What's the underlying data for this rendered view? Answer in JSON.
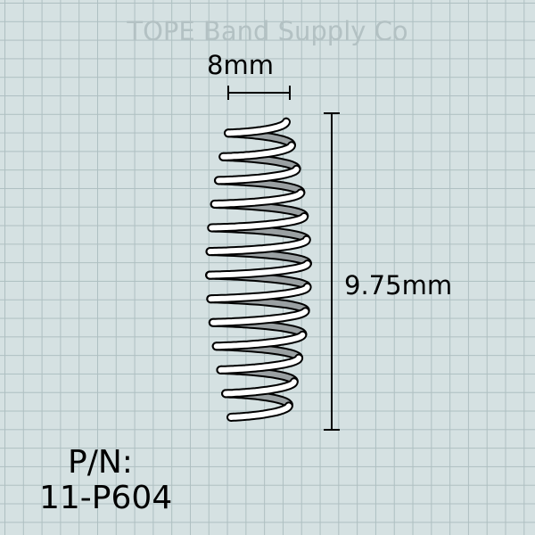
{
  "brand": {
    "watermark": "TOPE Band Supply Co"
  },
  "dimensions": {
    "width_label": "8mm",
    "height_label": "9.75mm"
  },
  "part": {
    "label": "P/N:",
    "number": "11-P604"
  },
  "colors": {
    "background": "#d5e1e2",
    "grid": "#aebfc1",
    "watermark": "#b3c1c3",
    "ink": "#000000",
    "coil": "#ffffff"
  }
}
